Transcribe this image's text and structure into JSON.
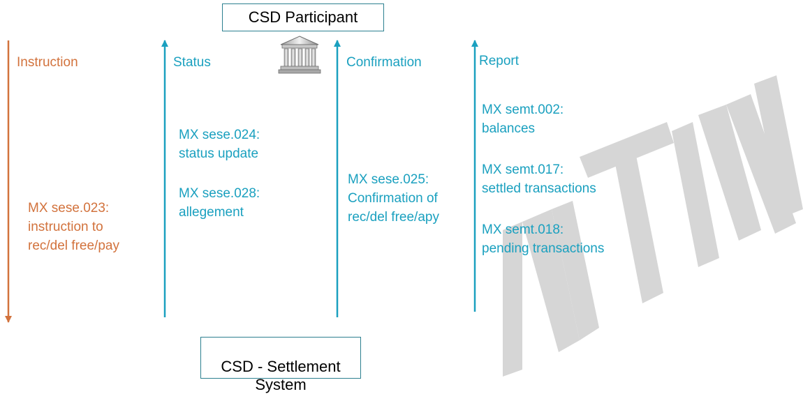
{
  "colors": {
    "teal": "#1aa0bf",
    "orange": "#d2723c",
    "box_border": "#2b7f8f",
    "watermark": "#d6d6d6"
  },
  "boxes": {
    "top": "CSD Participant",
    "bottom": "CSD - Settlement\nSystem"
  },
  "icon": {
    "name": "bank-building-icon"
  },
  "columns": {
    "instruction": {
      "heading": "Instruction",
      "messages": [
        "MX sese.023:\ninstruction to\nrec/del  free/pay"
      ]
    },
    "status": {
      "heading": "Status",
      "messages": [
        "MX sese.024:\nstatus update",
        "MX sese.028:\nallegement"
      ]
    },
    "confirmation": {
      "heading": "Confirmation",
      "messages": [
        "MX sese.025:\nConfirmation of\nrec/del free/apy"
      ]
    },
    "report": {
      "heading": "Report",
      "messages": [
        "MX semt.002:\nbalances",
        "MX semt.017:\nsettled transactions",
        "MX semt.018:\npending transactions"
      ]
    }
  },
  "arrows": [
    {
      "column": "instruction",
      "direction": "down",
      "color": "orange"
    },
    {
      "column": "status",
      "direction": "up",
      "color": "teal"
    },
    {
      "column": "confirmation",
      "direction": "up",
      "color": "teal"
    },
    {
      "column": "report",
      "direction": "up",
      "color": "teal"
    }
  ]
}
